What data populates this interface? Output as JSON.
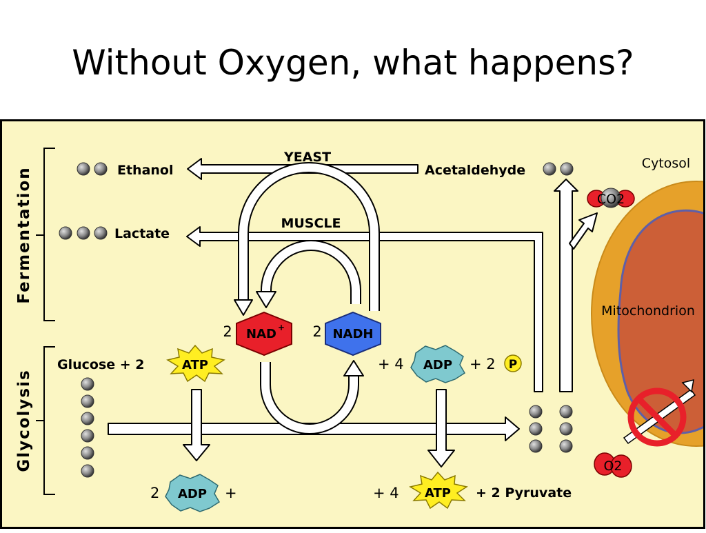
{
  "title": "Without Oxygen, what happens?",
  "diagram": {
    "sections": {
      "fermentation": "Fermentation",
      "glycolysis": "Glycolysis"
    },
    "labels": {
      "ethanol": "Ethanol",
      "lactate": "Lactate",
      "yeast": "YEAST",
      "muscle": "MUSCLE",
      "acetaldehyde": "Acetaldehyde",
      "cytosol": "Cytosol",
      "co2": "CO2",
      "mitochondrion": "Mitochondrion",
      "glucose_plus_2": "Glucose + 2",
      "nad_coef": "2",
      "nad": "NAD",
      "nad_sup": "+",
      "nadh_coef": "2",
      "nadh": "NADH",
      "plus_4_left": "+ 4",
      "adp": "ADP",
      "plus_2_mid": "+ 2",
      "p": "P",
      "atp": "ATP",
      "two_bottom": "2",
      "plus_bottom": "+",
      "plus_4_bottom": "+ 4",
      "plus_2_pyruvate": "+  2 Pyruvate",
      "o2": "O2"
    },
    "colors": {
      "panel_bg": "#fbf6c3",
      "nad": "#e8202a",
      "nadh": "#3f72ec",
      "atp": "#ffee22",
      "adp": "#7fc9cf",
      "co2": "#e8202a",
      "mito_outer": "#e6a12a",
      "mito_inner": "#cc5f37",
      "carbon": "#8a8a8a",
      "no_sign": "#e8202a"
    },
    "icons": [
      "no-oxygen-icon"
    ]
  }
}
